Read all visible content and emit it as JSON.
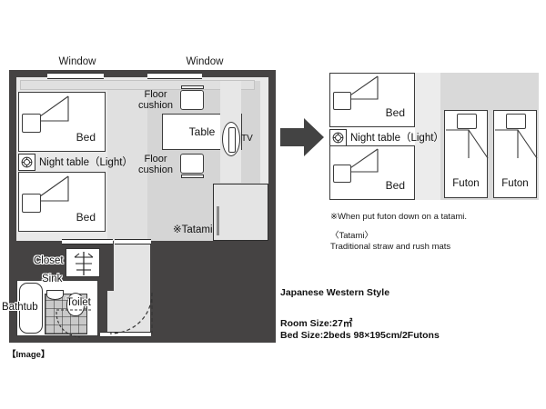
{
  "figure": {
    "caption": "【Image】",
    "title": "Japanese Western Style",
    "room_size": "Room Size:27㎡",
    "bed_size": "Bed Size:2beds 98×195cm/2Futons"
  },
  "floorplan": {
    "windows": [
      {
        "label": "Window"
      },
      {
        "label": "Window"
      }
    ],
    "beds": [
      {
        "label": "Bed"
      },
      {
        "label": "Bed"
      }
    ],
    "night_table": {
      "label": "Night table（Light）",
      "icon": "lamp-icon"
    },
    "cushions": [
      {
        "line1": "Floor",
        "line2": "cushion"
      },
      {
        "line1": "Floor",
        "line2": "cushion"
      }
    ],
    "table": {
      "label": "Table"
    },
    "tv": {
      "label": "TV"
    },
    "tatami": {
      "label": "※Tatami"
    },
    "closet": {
      "label": "Closet"
    },
    "sink": {
      "label": "Sink"
    },
    "toilet": {
      "label": "Toilet"
    },
    "bathtub": {
      "label": "Bathtub"
    }
  },
  "right_panel": {
    "beds": [
      {
        "label": "Bed"
      },
      {
        "label": "Bed"
      }
    ],
    "night_table": {
      "label": "Night table（Light）",
      "icon": "lamp-icon"
    },
    "futons": [
      {
        "label": "Futon"
      },
      {
        "label": "Futon"
      }
    ],
    "notes": {
      "line1": "※When put futon down on a tatami.",
      "line2": "〈Tatami〉",
      "line3": "Traditional straw and rush mats"
    }
  },
  "colors": {
    "wall": "#454343",
    "room_floor": "#e9e9e9",
    "tatami": "#d5d5d5",
    "arrow": "#434343",
    "text": "#111111"
  }
}
